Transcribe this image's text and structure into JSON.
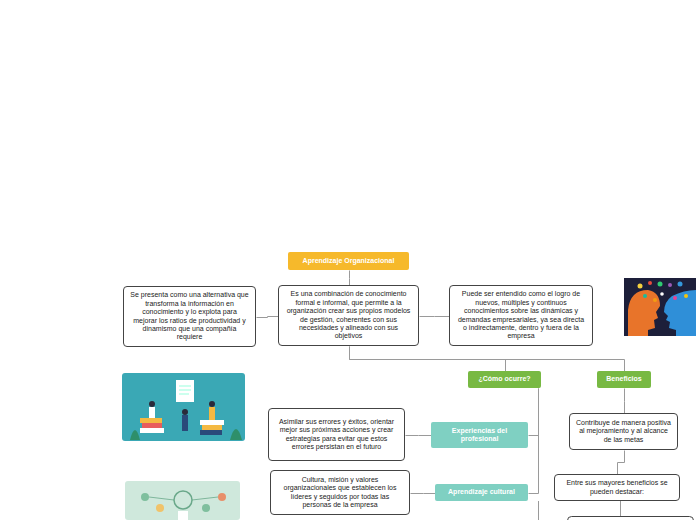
{
  "diagram": {
    "nodes": [
      {
        "text": [
          "Aprendizaje Organizacional"
        ]
      },
      {
        "text": [
          "Se presenta como una alternativa que transforma la información en conocimiento y lo explota para mejorar los ratios de productividad y dinamismo que una compañía requiere"
        ]
      },
      {
        "text": [
          "Es una combinación de conocimiento formal e informal, que permite a la organización crear sus propios modelos de gestión, coherentes con sus necesidades y alineado con sus objetivos"
        ]
      },
      {
        "text": [
          "Puede ser entendido como el logro de nuevos, múltiples y continuos conocimientos sobre las dinámicas y demandas empresariales, ya sea directa o indirectamente, dentro y fuera de la empresa"
        ]
      },
      {
        "text": [
          "¿Cómo ocurre?"
        ]
      },
      {
        "text": [
          "Beneficios"
        ]
      },
      {
        "text": [
          "Asimilar sus errores y éxitos, orientar mejor sus próximas acciones y crear estrategias para evitar que estos errores persistan en el futuro"
        ]
      },
      {
        "text": [
          "Experiencias del profesional"
        ]
      },
      {
        "text": [
          "Cultura, misión y valores organizacionales que establecen los líderes y seguidos por todas las personas de la empresa"
        ]
      },
      {
        "text": [
          "Aprendizaje cultural"
        ]
      },
      {
        "text": [
          "Contribuye de manera positiva al mejoramiento y al alcance de las metas"
        ]
      },
      {
        "text": [
          "Entre sus mayores beneficios se pueden destacar:"
        ]
      }
    ],
    "edges": [
      {
        "from": 0,
        "to": 2,
        "arrow": "none"
      },
      {
        "from": 2,
        "to": 1,
        "arrow": "none"
      },
      {
        "from": 2,
        "to": 3,
        "arrow": "none"
      },
      {
        "from": 2,
        "to": 4,
        "arrow": "none"
      },
      {
        "from": 2,
        "to": 5,
        "arrow": "none"
      },
      {
        "from": 4,
        "to": 7,
        "arrow": "none"
      },
      {
        "from": 7,
        "to": 6,
        "arrow": "none"
      },
      {
        "from": 4,
        "to": 9,
        "arrow": "none"
      },
      {
        "from": 9,
        "to": 8,
        "arrow": "none"
      },
      {
        "from": 5,
        "to": 10,
        "arrow": "none"
      },
      {
        "from": 10,
        "to": 11,
        "arrow": "none"
      }
    ]
  }
}
